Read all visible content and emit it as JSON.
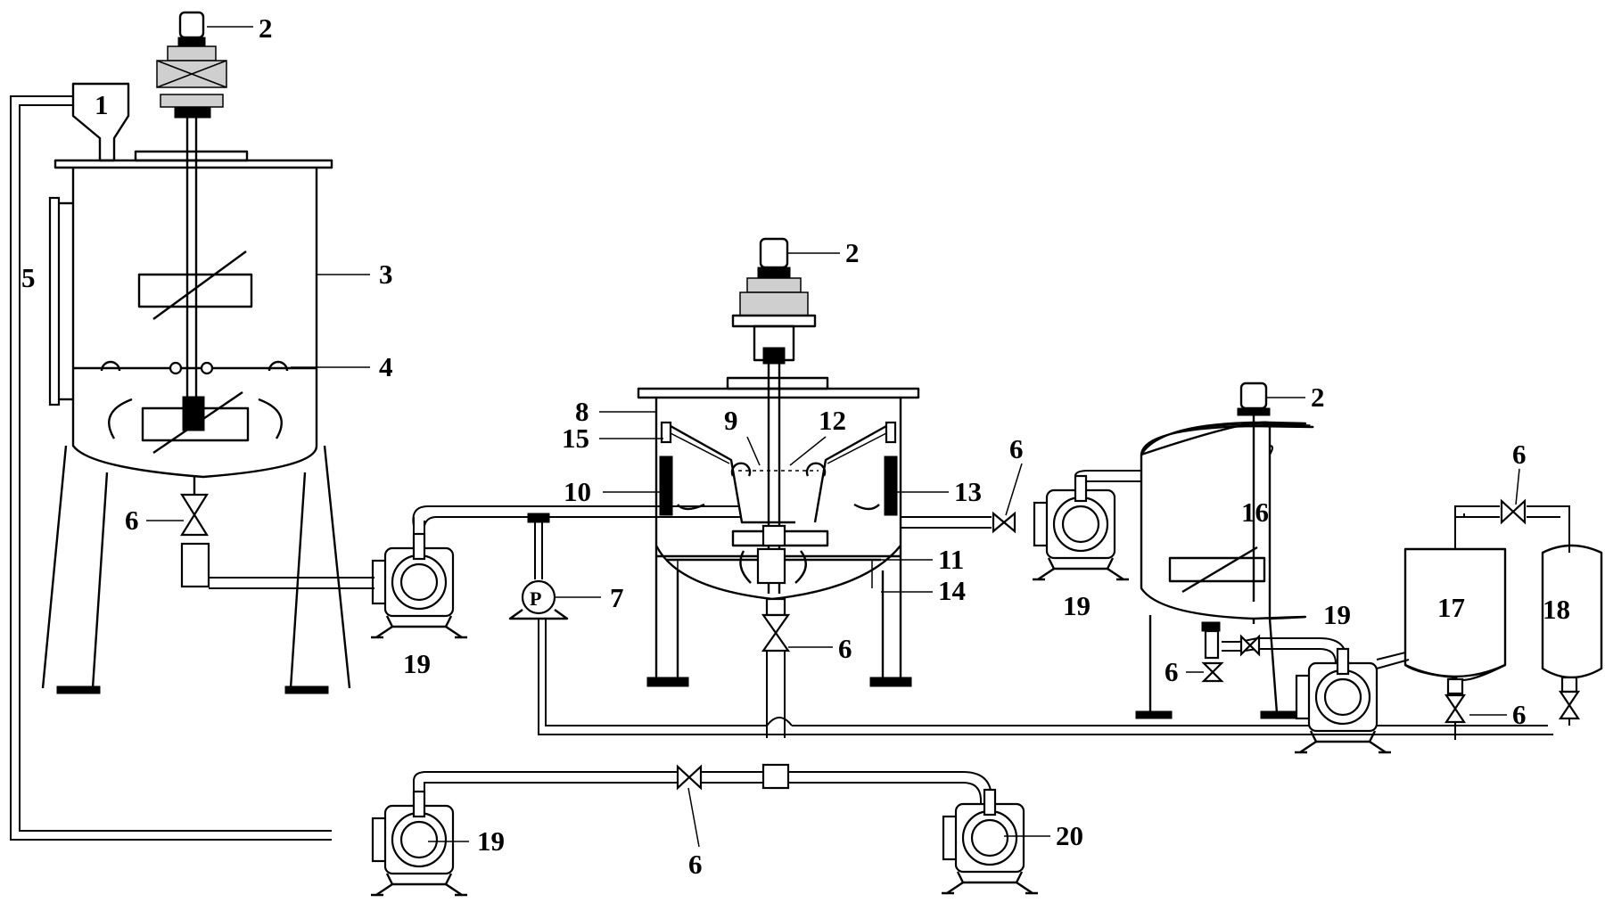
{
  "labels": {
    "l1": "1",
    "l2a": "2",
    "l2b": "2",
    "l2c": "2",
    "l3": "3",
    "l4": "4",
    "l5": "5",
    "l6a": "6",
    "l6b": "6",
    "l6c": "6",
    "l6d": "6",
    "l6e": "6",
    "l6f": "6",
    "l6g": "6",
    "l7": "7",
    "l8": "8",
    "l9": "9",
    "l10": "10",
    "l11": "11",
    "l12": "12",
    "l13": "13",
    "l14": "14",
    "l15": "15",
    "l16": "16",
    "l17": "17",
    "l18": "18",
    "l19a": "19",
    "l19b": "19",
    "l19c": "19",
    "l19d": "19",
    "l20": "20",
    "pumpP": "P"
  }
}
